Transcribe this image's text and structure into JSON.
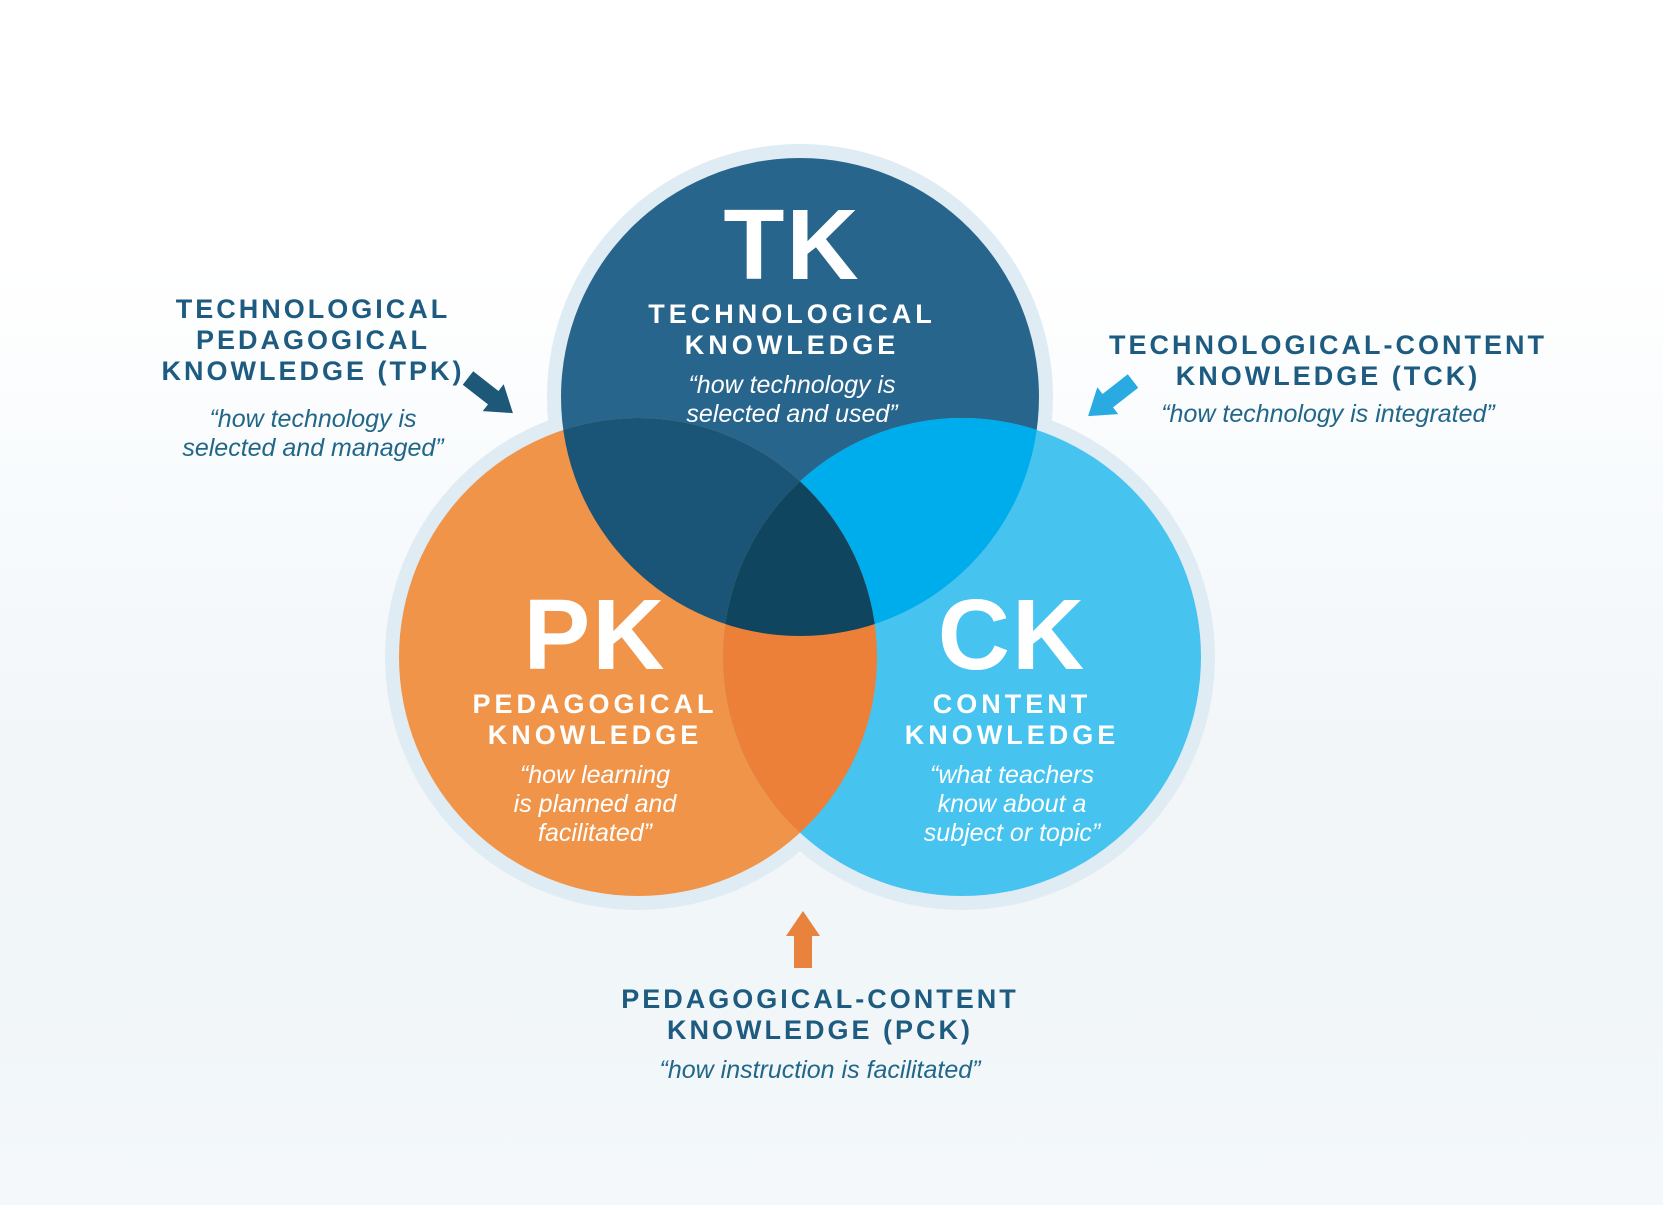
{
  "diagram": {
    "circles": {
      "tk": {
        "abbr": "TK",
        "title": [
          "TECHNOLOGICAL",
          "KNOWLEDGE"
        ],
        "quote": [
          "“how technology is",
          "selected and used”"
        ]
      },
      "pk": {
        "abbr": "PK",
        "title": [
          "PEDAGOGICAL",
          "KNOWLEDGE"
        ],
        "quote": [
          "“how learning",
          "is planned and",
          "facilitated”"
        ]
      },
      "ck": {
        "abbr": "CK",
        "title": [
          "CONTENT",
          "KNOWLEDGE"
        ],
        "quote": [
          "“what teachers",
          "know about a",
          "subject or topic”"
        ]
      }
    },
    "callouts": {
      "tpk": {
        "heading": [
          "TECHNOLOGICAL",
          "PEDAGOGICAL",
          "KNOWLEDGE (TPK)"
        ],
        "quote": [
          "“how technology is",
          "selected and managed”"
        ]
      },
      "tck": {
        "heading": [
          "TECHNOLOGICAL-CONTENT",
          "KNOWLEDGE (TCK)"
        ],
        "quote": [
          "“how technology is integrated”"
        ]
      },
      "pck": {
        "heading": [
          "PEDAGOGICAL-CONTENT",
          "KNOWLEDGE (PCK)"
        ],
        "quote": [
          "“how instruction is facilitated”"
        ]
      }
    },
    "colors": {
      "tk": "#28658D",
      "pk": "#F0944A",
      "ck": "#47C3F0",
      "overlap_tk_pk": "#1A5578",
      "overlap_tk_ck": "#00ADEC",
      "overlap_pk_ck": "#EC8038",
      "overlap_center": "#0F455E",
      "halo": "#E0ECF3",
      "heading_text": "#1E5B80",
      "quote_text": "#226689",
      "arrow_tpk": "#1D5878",
      "arrow_tck": "#29ABE2",
      "arrow_pck": "#E8823C"
    }
  }
}
